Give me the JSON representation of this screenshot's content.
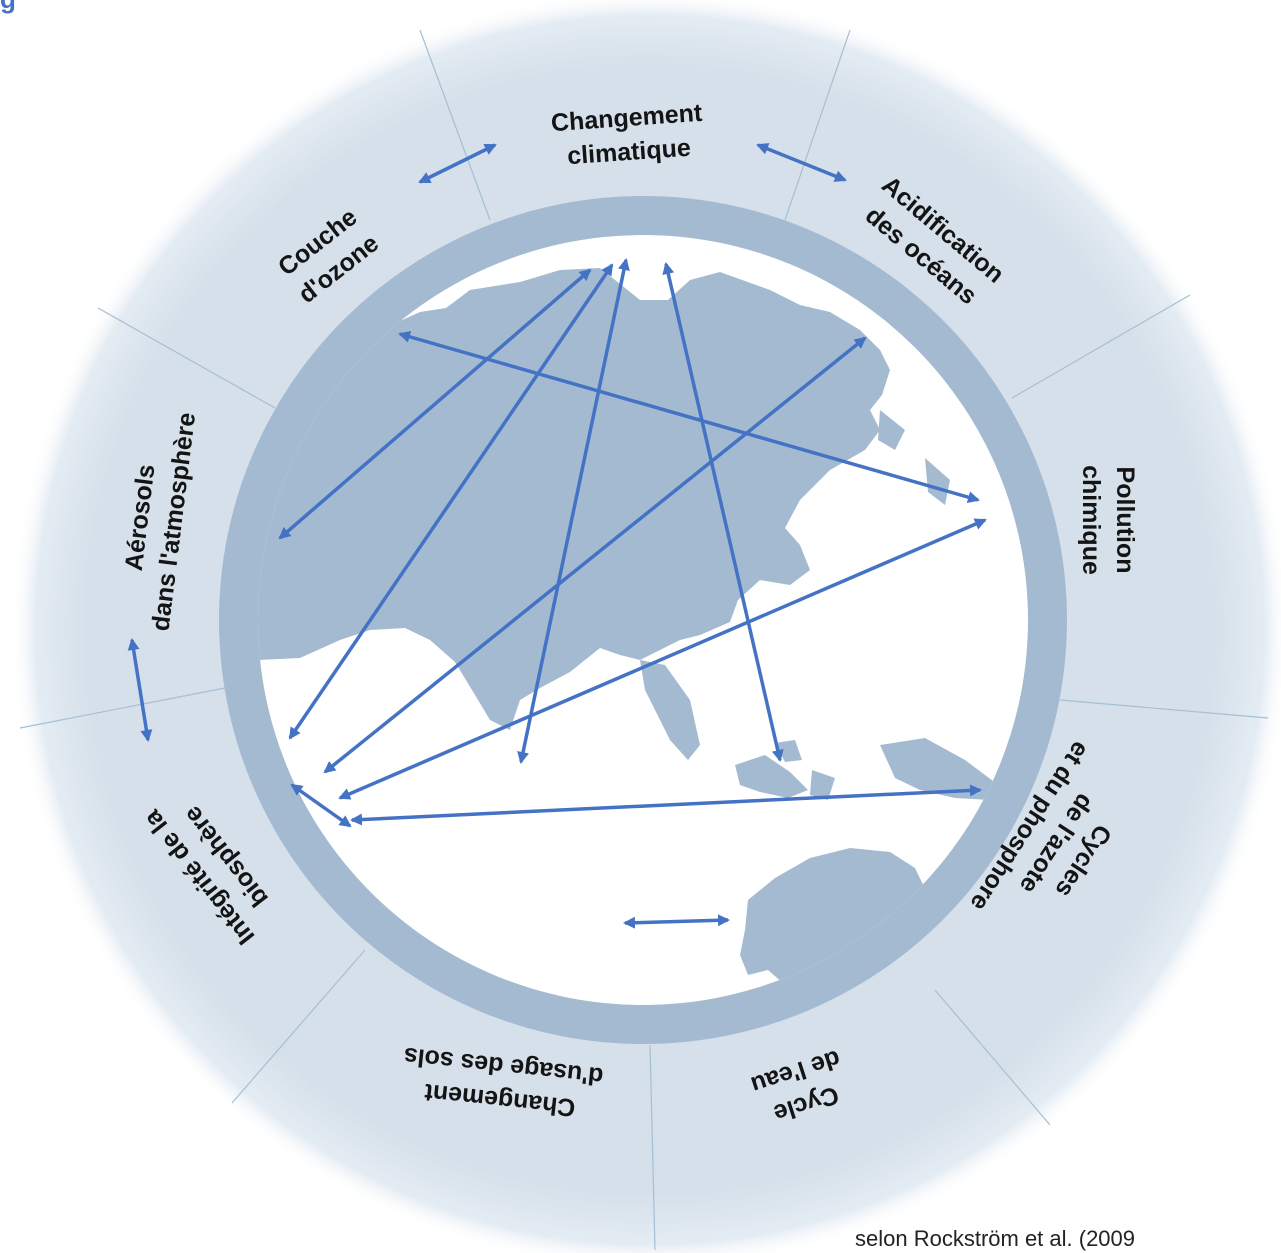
{
  "corner_stub": "g",
  "source_note": "selon Rockström et al. (2009",
  "labels": {
    "changement_climatique": [
      "Changement",
      "climatique"
    ],
    "acidification_oceans": [
      "Acidification",
      "des océans"
    ],
    "pollution_chimique": [
      "Pollution",
      "chimique"
    ],
    "cycles_azote_phosphore": [
      "Cycles",
      "de l'azote",
      "et du phosphore"
    ],
    "cycle_eau": [
      "Cycle",
      "de l'eau"
    ],
    "changement_usage_sols": [
      "Changement",
      "d'usage des sols"
    ],
    "integrite_biosphere": [
      "Intégrité de la",
      "biosphère"
    ],
    "aerosols_atmosphere": [
      "Aérosols",
      "dans l'atmosphère"
    ],
    "couche_ozone": [
      "Couche",
      "d'ozone"
    ]
  },
  "colors": {
    "outer_ring": "#d5e0ea",
    "inner_band": "#a4bad1",
    "land": "#a4bad1",
    "arrows": "#4472c4",
    "dividers": "#a6bfd3",
    "text": "#141414"
  }
}
